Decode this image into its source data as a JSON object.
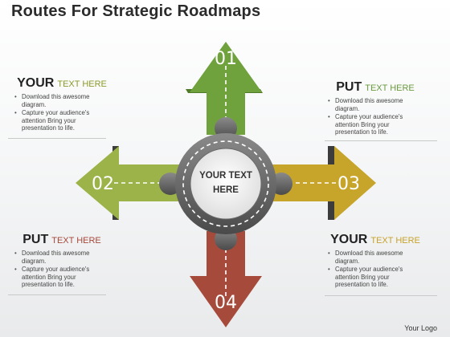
{
  "title": "Routes For Strategic Roadmaps",
  "blocks": {
    "top_left": {
      "heading_big": "YOUR",
      "heading_small": "TEXT HERE",
      "heading_color": "#8c9a2a",
      "items": [
        "Download this awesome diagram.",
        "Capture your audience's attention Bring your presentation to life."
      ]
    },
    "top_right": {
      "heading_big": "PUT",
      "heading_small": "TEXT HERE",
      "heading_color": "#6a9a3e",
      "items": [
        "Download this awesome diagram.",
        "Capture your audience's attention Bring your presentation to life."
      ]
    },
    "bottom_left": {
      "heading_big": "PUT",
      "heading_small": "TEXT HERE",
      "heading_color": "#a8483a",
      "items": [
        "Download this awesome diagram.",
        "Capture your audience's attention Bring your presentation to life."
      ]
    },
    "bottom_right": {
      "heading_big": "YOUR",
      "heading_small": "TEXT HERE",
      "heading_color": "#c8a22a",
      "items": [
        "Download this awesome diagram.",
        "Capture your audience's attention Bring your presentation to life."
      ]
    }
  },
  "arrows": {
    "up": {
      "label": "01",
      "color": "#6fa23c"
    },
    "left": {
      "label": "02",
      "color": "#9bb348"
    },
    "right": {
      "label": "03",
      "color": "#c7a52b"
    },
    "down": {
      "label": "04",
      "color": "#a64a3b"
    }
  },
  "center": {
    "line1": "YOUR TEXT",
    "line2": "HERE"
  },
  "footer": "Your Logo"
}
